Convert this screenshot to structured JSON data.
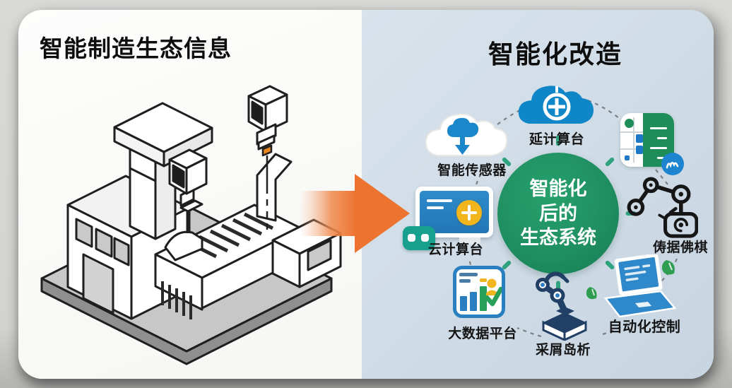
{
  "left_panel": {
    "title": "智能制造生态信息",
    "illustration": "isometric-factory-line-art-with-inspection-cameras"
  },
  "transform_arrow": {
    "direction": "right",
    "color": "#ed7330"
  },
  "right_panel": {
    "title": "智能化改造",
    "center_circle": {
      "line1": "智能化",
      "line2": "后的",
      "line3": "生态系统",
      "color": "#1f8f62",
      "text_color": "#ffffff"
    },
    "nodes": {
      "edge_computing": {
        "label": "延计算台",
        "icon": "cloud-plus-icon",
        "color": "#0e86c8"
      },
      "smart_sensor": {
        "label": "智能传感器",
        "icon": "cloud-upload-icon",
        "color": "#1b87cb"
      },
      "data_grid": {
        "label": "",
        "icon": "table-grid-icon",
        "color": "#1f8d58"
      },
      "data_transfer": {
        "label": "俦据佛棋",
        "icon": "linkage-joints-icon",
        "color": "#161616"
      },
      "automation_control": {
        "label": "自动化控制",
        "icon": "laptop-icon",
        "color": "#2e88c9"
      },
      "robot_analysis": {
        "label": "采屑岛析",
        "icon": "robot-arm-icon",
        "color": "#223f66"
      },
      "big_data_platform": {
        "label": "大数据平台",
        "icon": "bar-chart-check-icon",
        "color": "#2a7fc0"
      },
      "cloud_computing": {
        "label": "云计算台",
        "icon": "monitor-plus-icon",
        "color": "#2e8bca"
      }
    }
  }
}
